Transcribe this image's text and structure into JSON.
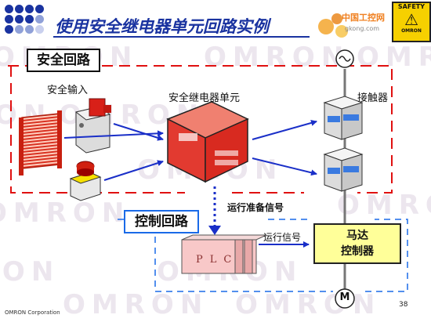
{
  "header": {
    "title": "使用安全继电器单元回路实例",
    "logo_site": "中国工控网",
    "logo_url": "gkong.com",
    "safety_badge_text": "SAFETY",
    "safety_badge_brand": "OMRON"
  },
  "watermark": {
    "text": "OMRON"
  },
  "sections": {
    "safety_circuit": "安全回路",
    "control_circuit": "控制回路"
  },
  "labels": {
    "safety_input": "安全输入",
    "relay_unit": "安全继电器单元",
    "contactor": "接触器",
    "run_ready_signal": "运行准备信号",
    "run_signal": "运行信号",
    "plc": "PLC",
    "motor_controller_line1": "马达",
    "motor_controller_line2": "控制器",
    "motor_symbol": "M",
    "ac_symbol": "~"
  },
  "footer": {
    "company": "OMRON Corporation",
    "page": "38"
  },
  "colors": {
    "title": "#1a33a0",
    "safety_border": "#e01010",
    "control_border": "#1a6ae8",
    "arrows": "#1a2fc8",
    "motor_box": "#ffff99"
  }
}
